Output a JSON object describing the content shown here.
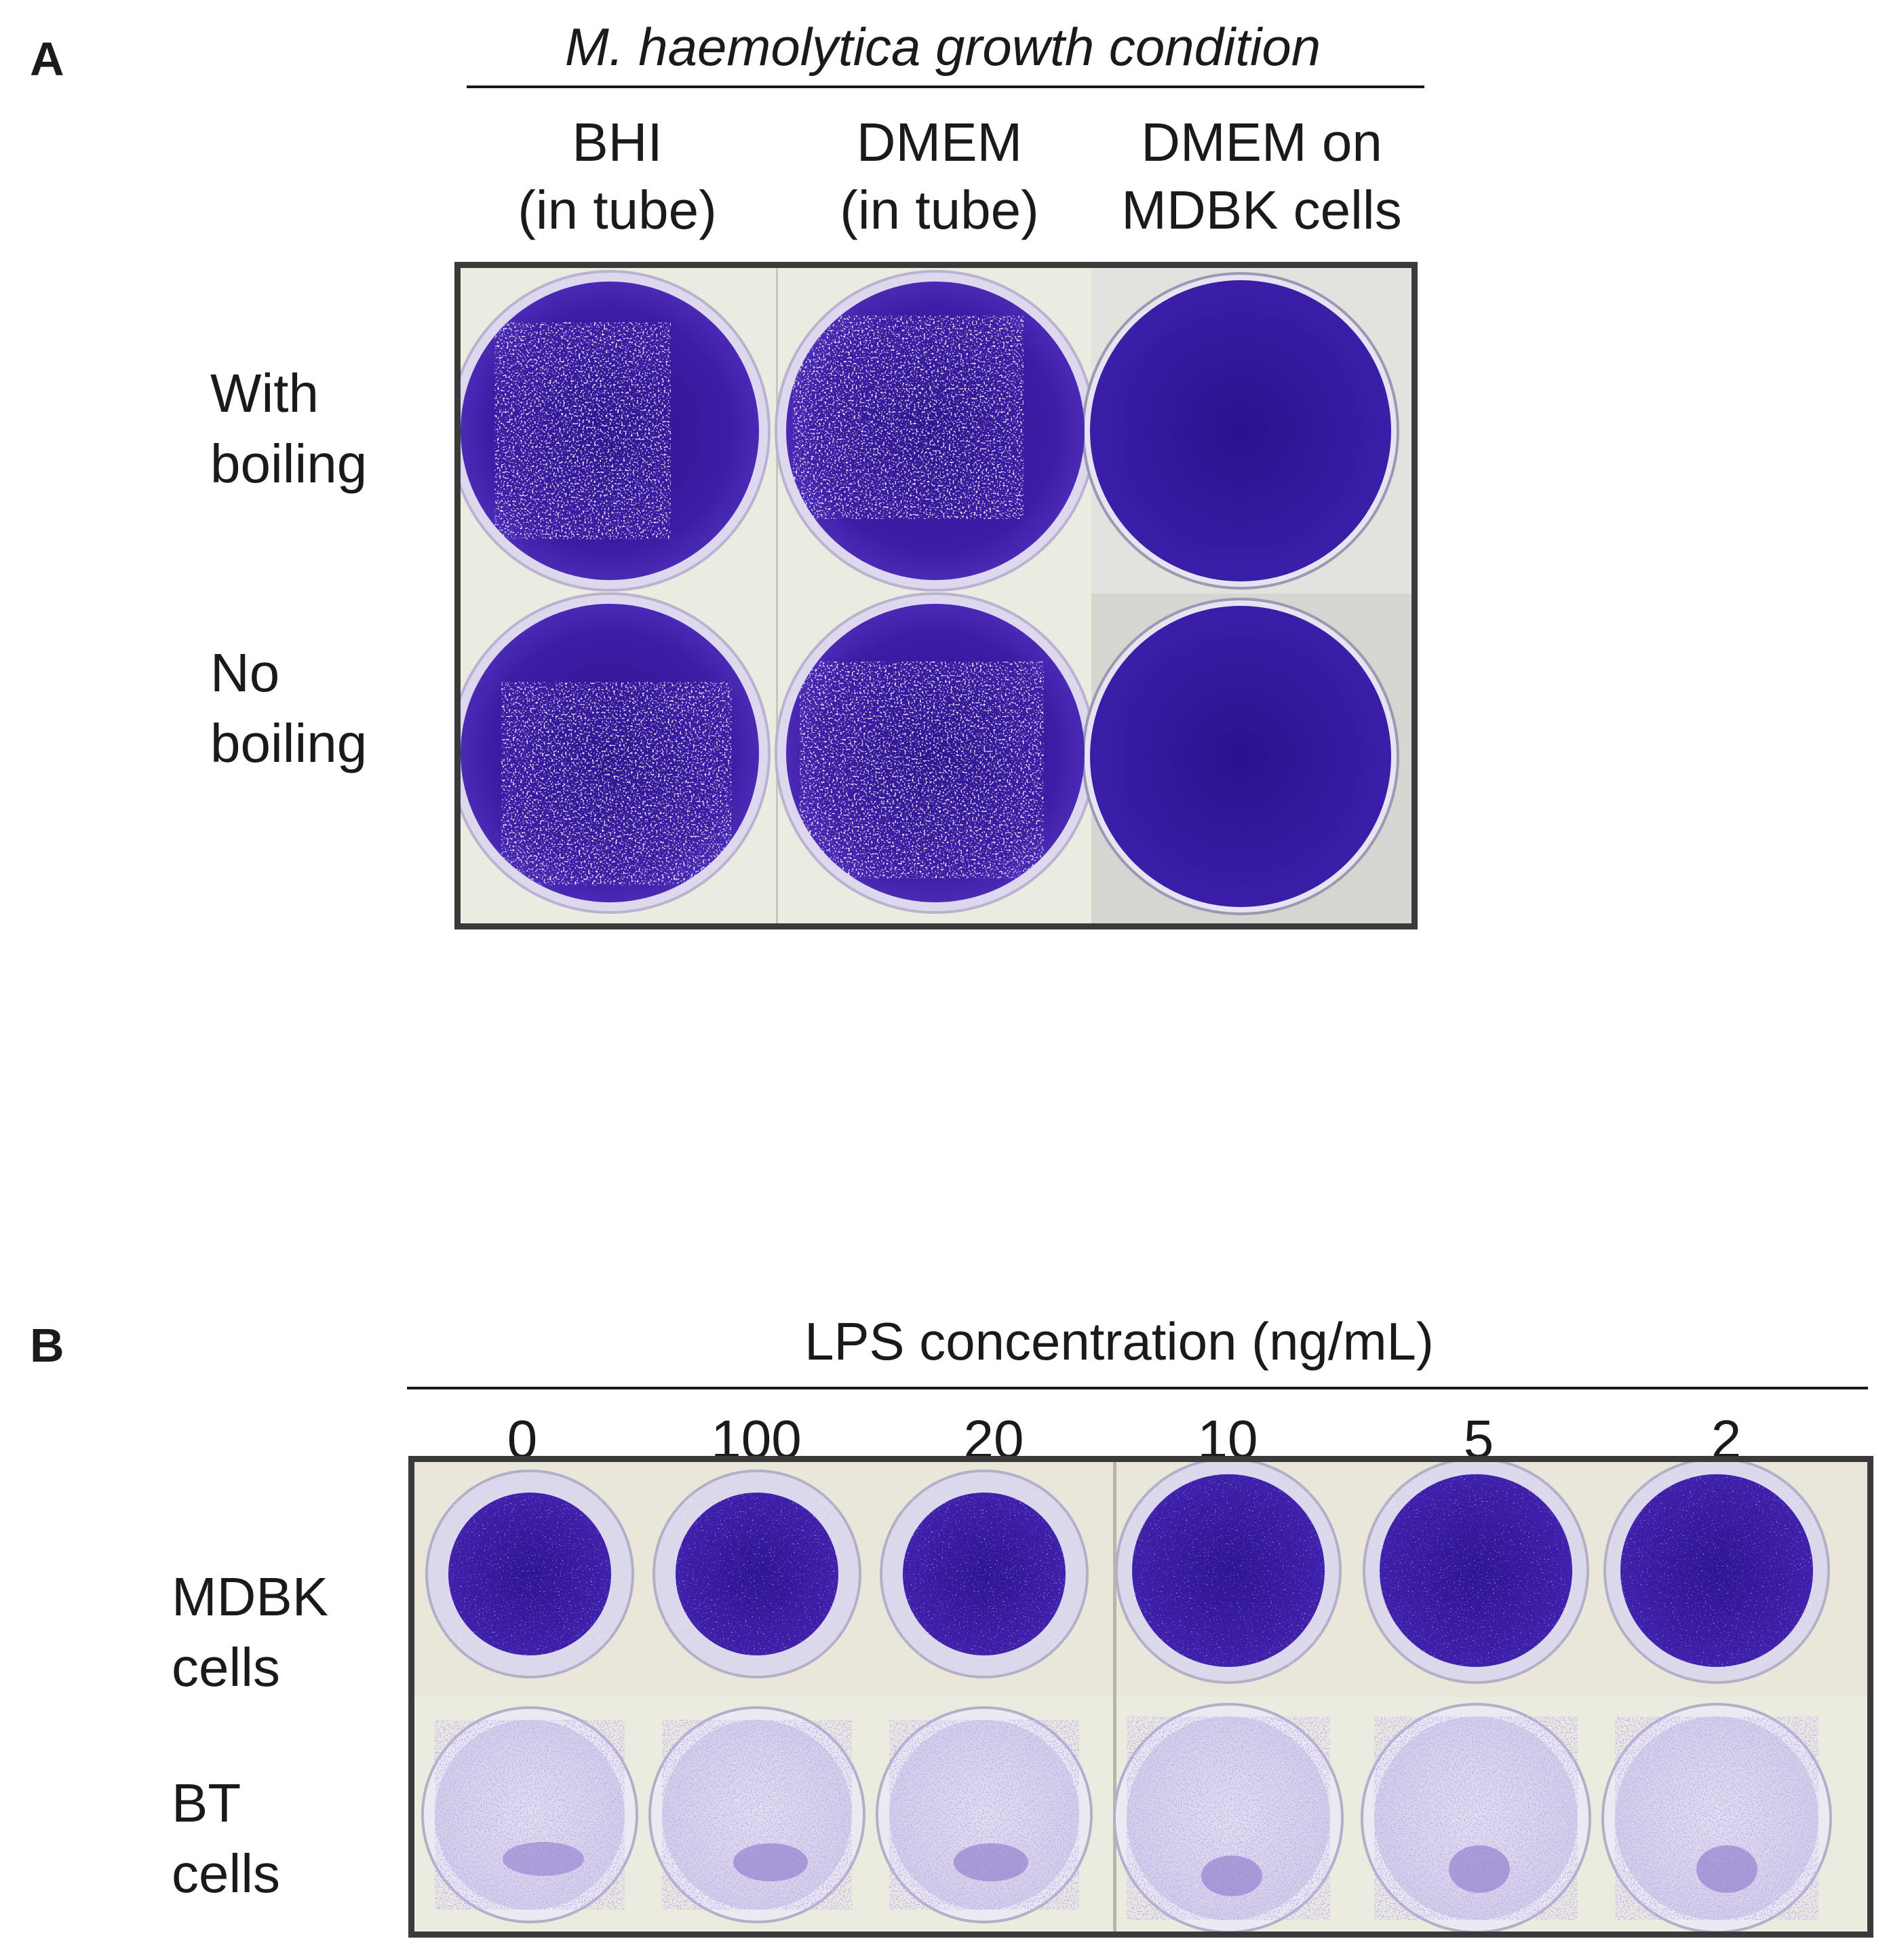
{
  "panel_a": {
    "letter": "A",
    "title": "M. haemolytica growth condition",
    "columns": [
      {
        "line1": "BHI",
        "line2": "(in tube)"
      },
      {
        "line1": "DMEM",
        "line2": "(in tube)"
      },
      {
        "line1": "DMEM on",
        "line2": "MDBK cells"
      }
    ],
    "rows": [
      {
        "line1": "With",
        "line2": "boiling"
      },
      {
        "line1": "No",
        "line2": "boiling"
      }
    ]
  },
  "panel_b": {
    "letter": "B",
    "title": "LPS concentration (ng/mL)",
    "concentrations": [
      "0",
      "100",
      "20",
      "10",
      "5",
      "2"
    ],
    "rows": [
      {
        "line1": "MDBK",
        "line2": "cells"
      },
      {
        "line1": "BT",
        "line2": "cells"
      }
    ]
  },
  "colors": {
    "stain_dark": "#3a1a9a",
    "stain_light": "#a898d8",
    "plate_bg": "#eceae0",
    "frame": "#3a3a3a"
  }
}
